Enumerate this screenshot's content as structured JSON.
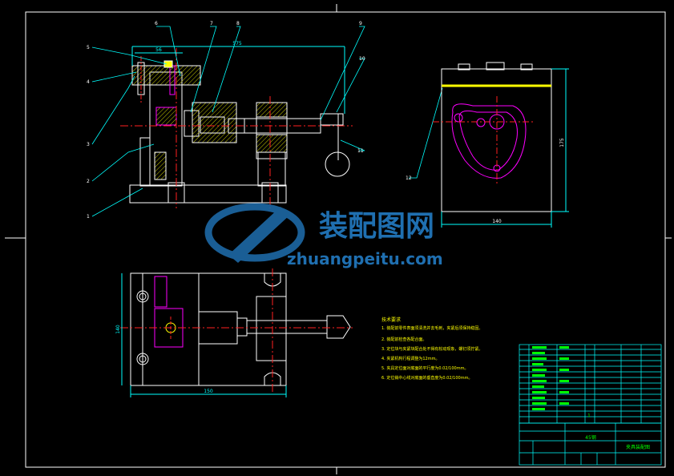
{
  "colors": {
    "background": "#000000",
    "frame": "#ffffff",
    "part": "#ffffff",
    "dimension": "#00ffff",
    "centerline": "#ff2020",
    "hatch": "#c8c800",
    "magenta": "#ff00ff",
    "yellow": "#ffff00",
    "green": "#00ff00",
    "watermark": "#1f6fb0"
  },
  "callouts": [
    "1",
    "2",
    "3",
    "4",
    "5",
    "6",
    "7",
    "8",
    "9",
    "10",
    "11",
    "12"
  ],
  "dims": {
    "front_top": "575",
    "front_small": "56",
    "plan_width": "150",
    "plan_height": "140",
    "side_width": "140",
    "side_height": "175"
  },
  "watermark": {
    "cn": "装配图网",
    "url": "zhuangpeitu.com"
  },
  "tech_title": "技术要求",
  "tech_notes": [
    "1. 装配前零件表面须清洗并去毛刺，夹紧后须保持稳固。",
    "2. 装配前检查各配合面。",
    "3. 定位块与夹紧块配合处不得有松动现象，螺钉须拧紧。",
    "4. 夹紧机构行程调整为12mm。",
    "5. 夹具定位面对底面的平行度为0.02/100mm。",
    "6. 定位销中心线对底面的垂直度为0.02/100mm。"
  ],
  "title_block": {
    "material": "45钢",
    "drawing_name": "夹具装配图",
    "count": "1"
  }
}
